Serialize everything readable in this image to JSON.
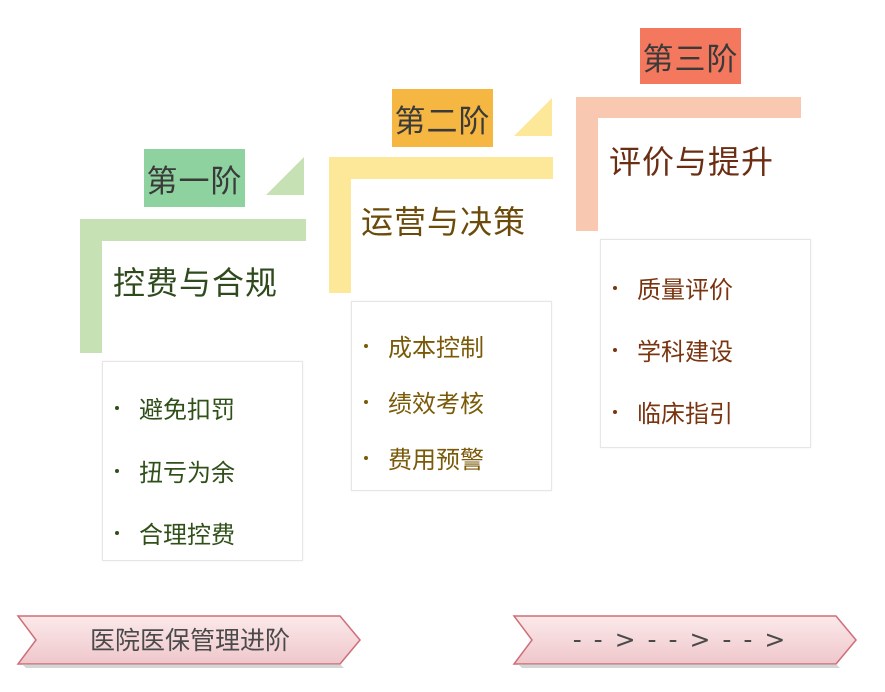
{
  "stages": [
    {
      "label": "第一阶",
      "title": "控费与合规",
      "items": [
        "避免扣罚",
        "扭亏为余",
        "合理控费"
      ]
    },
    {
      "label": "第二阶",
      "title": "运营与决策",
      "items": [
        "成本控制",
        "绩效考核",
        "费用预警"
      ]
    },
    {
      "label": "第三阶",
      "title": "评价与提升",
      "items": [
        "质量评价",
        "学科建设",
        "临床指引"
      ]
    }
  ],
  "footer": {
    "left_label": "医院医保管理进阶",
    "right_label": "- - > - - > - - >"
  },
  "colors": {
    "stage1_label_bg": "#8ed2a0",
    "stage1_bar": "#c6e2b4",
    "stage1_title": "#2f4a1c",
    "stage1_item": "#2f5018",
    "stage2_label_bg": "#f5b642",
    "stage2_bar": "#fde89a",
    "stage2_title": "#6b4a0a",
    "stage2_item": "#7a5a08",
    "stage3_label_bg": "#f4785e",
    "stage3_bar": "#f9c8b0",
    "stage3_title": "#6b2e12",
    "stage3_item": "#7a3410",
    "ribbon_fill": "#f6d7da",
    "ribbon_edge": "#cf6d78"
  }
}
